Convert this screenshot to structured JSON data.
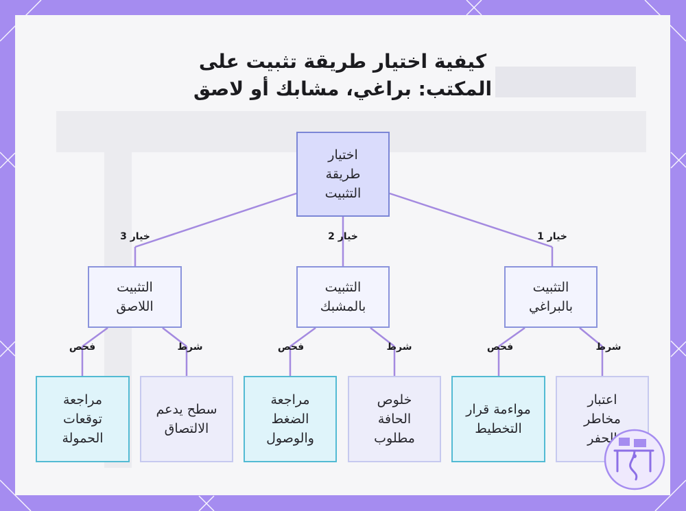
{
  "title": {
    "line1": "كيفية اختيار طريقة تثبيت على",
    "line2": "المكتب: براغي، مشابك أو لاصق"
  },
  "root": {
    "label": "اختيار\nطريقة\nالتثبيت"
  },
  "options": [
    {
      "edge_label": "خيار 1",
      "label": "التثبيت\nبالبراغي"
    },
    {
      "edge_label": "خيار 2",
      "label": "التثبيت\nبالمشبك"
    },
    {
      "edge_label": "خيار 3",
      "label": "التثبيت\nاللاصق"
    }
  ],
  "leaves": [
    {
      "edge_label": "شرط",
      "label": "اعتبار\nمخاطر\nالحفر"
    },
    {
      "edge_label": "فحص",
      "label": "مواءمة قرار\nالتخطيط"
    },
    {
      "edge_label": "شرط",
      "label": "خلوص\nالحافة\nمطلوب"
    },
    {
      "edge_label": "فحص",
      "label": "مراجعة\nالضغط\nوالوصول"
    },
    {
      "edge_label": "شرط",
      "label": "سطح يدعم\nالالتصاق"
    },
    {
      "edge_label": "فحص",
      "label": "مراجعة\nتوقعات\nالحمولة"
    }
  ],
  "colors": {
    "frame": "#a58cf0",
    "edge": "#a48ae0",
    "root_fill": "#dadcfc",
    "check_border": "#52bad3"
  },
  "logo_icon": "desk-mount-icon"
}
